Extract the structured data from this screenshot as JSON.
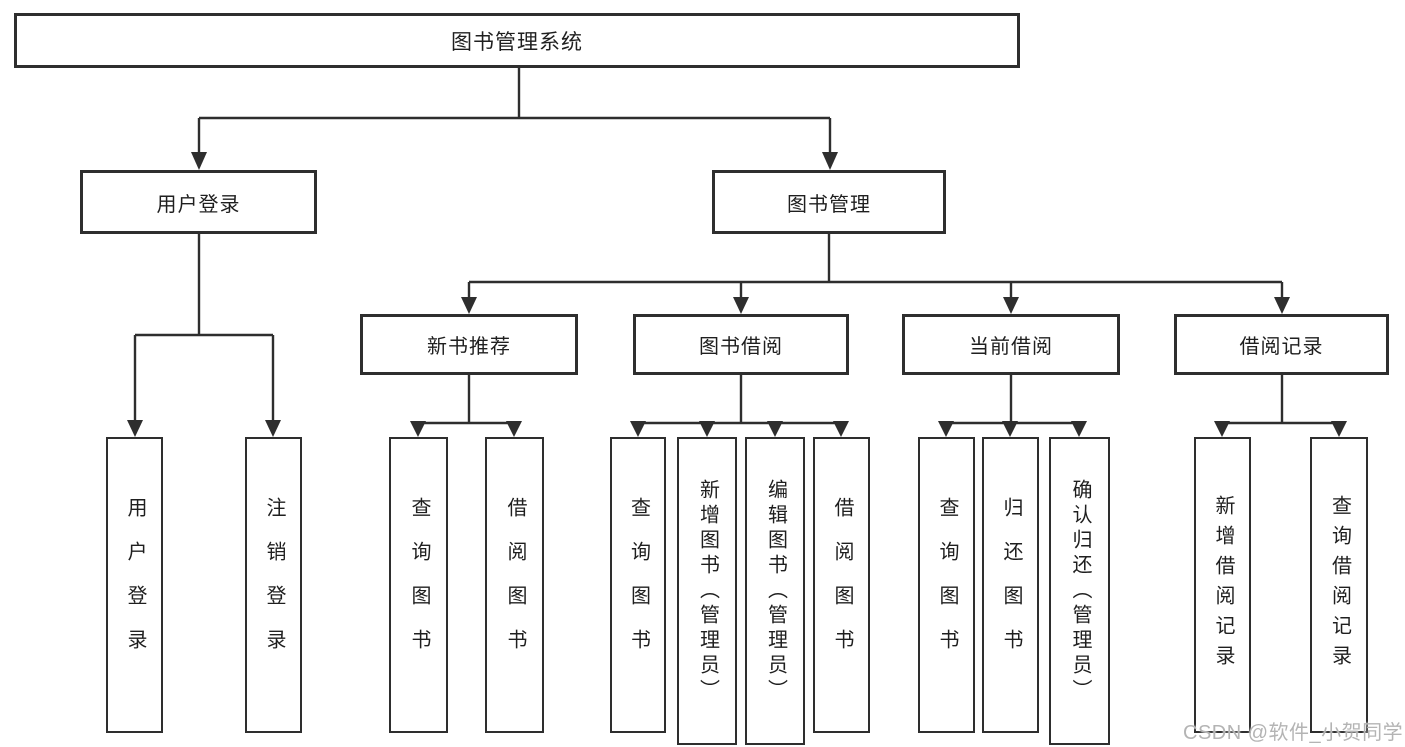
{
  "diagram": {
    "root": {
      "label": "图书管理系统"
    },
    "level2": [
      {
        "label": "用户登录"
      },
      {
        "label": "图书管理"
      }
    ],
    "level3": [
      {
        "label": "新书推荐"
      },
      {
        "label": "图书借阅"
      },
      {
        "label": "当前借阅"
      },
      {
        "label": "借阅记录"
      }
    ],
    "leaves": {
      "login": [
        "用户登录",
        "注销登录"
      ],
      "recommend": [
        "查询图书",
        "借阅图书"
      ],
      "borrow": [
        "查询图书",
        "新增图书（管理员）",
        "编辑图书（管理员）",
        "借阅图书"
      ],
      "current": [
        "查询图书",
        "归还图书",
        "确认归还（管理员）"
      ],
      "records": [
        "新增借阅记录",
        "查询借阅记录"
      ]
    },
    "colors": {
      "line": "#2e2e2e",
      "box_border": "#2e2e2e",
      "text": "#1f1f1f",
      "background": "#ffffff",
      "watermark": "#b4b4b4"
    },
    "watermark": "CSDN @软件_小贺同学"
  }
}
